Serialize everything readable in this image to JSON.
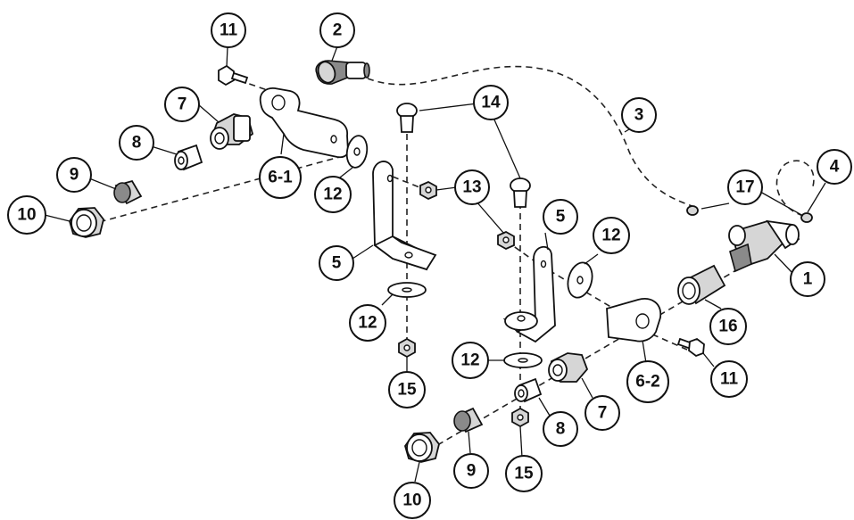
{
  "diagram": {
    "callouts": {
      "c1": "1",
      "c2": "2",
      "c3": "3",
      "c4": "4",
      "c5a": "5",
      "c5b": "5",
      "c6_1": "6-1",
      "c6_2": "6-2",
      "c7a": "7",
      "c7b": "7",
      "c8a": "8",
      "c8b": "8",
      "c9a": "9",
      "c9b": "9",
      "c10a": "10",
      "c10b": "10",
      "c11a": "11",
      "c11b": "11",
      "c12a": "12",
      "c12b": "12",
      "c12c": "12",
      "c12d": "12",
      "c13a": "13",
      "c14": "14",
      "c15a": "15",
      "c15b": "15",
      "c16": "16",
      "c17": "17"
    }
  }
}
